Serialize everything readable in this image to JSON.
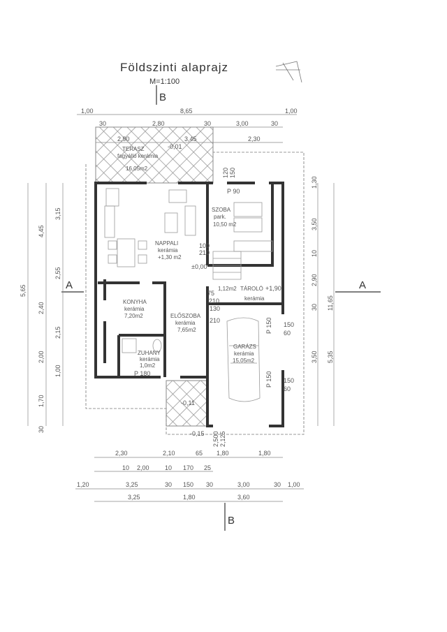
{
  "plan": {
    "title": "Földszinti alaprajz",
    "scale": "M=1:100",
    "section_marks": {
      "b_top": "B",
      "b_bottom": "B",
      "a_left": "A",
      "a_right": "A"
    }
  },
  "rooms": [
    {
      "name": "TERASZ",
      "floor": "fagyálló kerámia",
      "area": "16,05m2"
    },
    {
      "name": "NAPPALI",
      "floor": "kerámia",
      "area": "+1,30 m2"
    },
    {
      "name": "SZOBA",
      "floor": "park.",
      "area": "10,50 m2"
    },
    {
      "name": "TÁROLÓ",
      "floor": "kerámia",
      "area": "1,12m2"
    },
    {
      "name": "KONYHA",
      "floor": "kerámia",
      "area": "7,20m2"
    },
    {
      "name": "ELŐSZOBA",
      "floor": "kerámia",
      "area": "7,65m2"
    },
    {
      "name": "ZUHANY",
      "floor": "kerámia",
      "area": "1,0m2"
    },
    {
      "name": "GARÁZS",
      "floor": "kerámia",
      "area": "15,05m2"
    }
  ],
  "levels": {
    "terrace": "-0,01",
    "living": "±0,00",
    "entrance": "-0,11",
    "outside": "-0,15",
    "storage": "+1,90"
  },
  "openings": {
    "p90": "P 90",
    "p150a": "P 150",
    "p150b": "P 150",
    "p180": "P 180",
    "d100": "100",
    "d210a": "210",
    "d75": "75",
    "d210b": "210",
    "d130": "130",
    "d210c": "210",
    "w150a": "150",
    "w60a": "60",
    "w150b": "150",
    "w60b": "60",
    "w120": "120",
    "w150c": "150"
  },
  "dims_top": {
    "row1": [
      "1,00",
      "8,65",
      "1,00"
    ],
    "row2": [
      "30",
      "2,80",
      "30",
      "3,00",
      "30"
    ],
    "row3": [
      "2,90",
      "3,45",
      "2,30"
    ]
  },
  "dims_left": [
    "5,65",
    "4,45",
    "3,15",
    "2,55",
    "2,40",
    "2,15",
    "2,00",
    "1,00",
    "1,70",
    "30"
  ],
  "dims_right": [
    "1,30",
    "3,50",
    "10",
    "2,90",
    "30",
    "3,50",
    "5,35",
    "11,65"
  ],
  "dims_bottom": {
    "row1": [
      "2,30",
      "2,10",
      "65",
      "1,80",
      "1,80"
    ],
    "row2": [
      "10",
      "2,00",
      "10",
      "170",
      "25"
    ],
    "row3": [
      "1,20",
      "3,25",
      "30",
      "150",
      "30",
      "3,00",
      "30",
      "1,00"
    ],
    "row4": [
      "3,25",
      "1,80",
      "3,60"
    ]
  },
  "garage_depth": [
    "2,500",
    "2,125"
  ]
}
